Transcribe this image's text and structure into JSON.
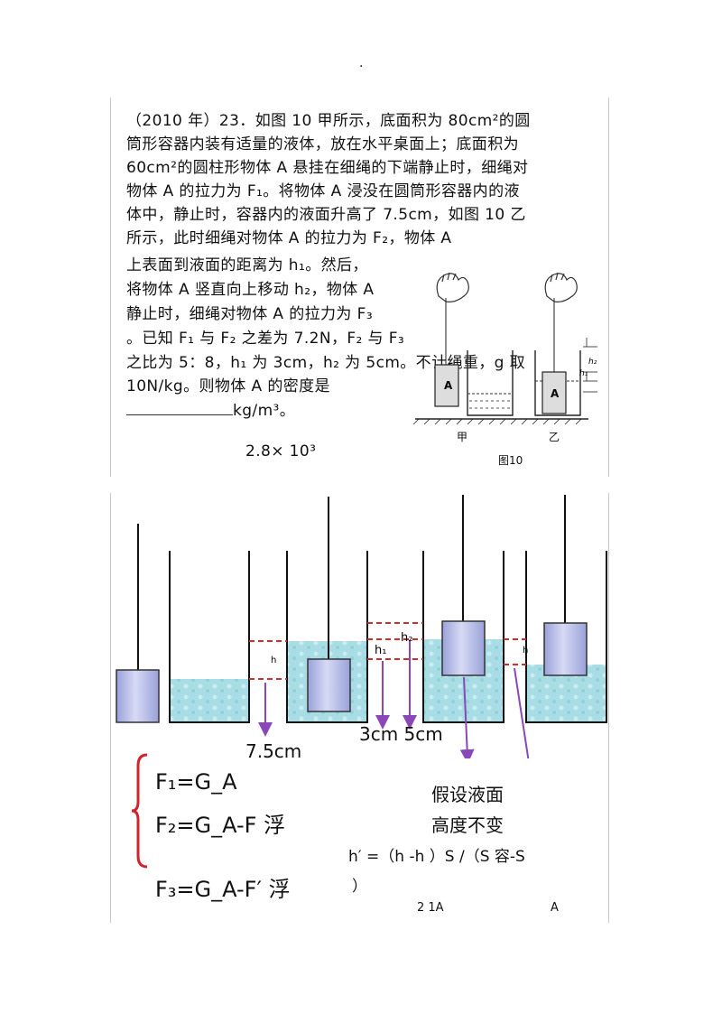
{
  "header_dot": ".",
  "problem": {
    "lines": [
      "（2010 年）23．如图 10 甲所示，底面积为 80cm²的圆",
      "筒形容器内装有适量的液体，放在水平桌面上；底面积为",
      "60cm²的圆柱形物体 A 悬挂在细绳的下端静止时，细绳对",
      "物体 A 的拉力为 F₁。将物体 A 浸没在圆筒形容器内的液",
      "体中，静止时，容器内的液面升高了 7.5cm，如图 10 乙",
      "所示，此时细绳对物体 A 的拉力为 F₂，物体 A",
      "上表面到液面的距离为 h₁。然后，",
      "将物体 A 竖直向上移动 h₂，物体 A",
      "静止时，细绳对物体 A 的拉力为 F₃",
      "。已知 F₁ 与 F₂ 之差为 7.2N，F₂ 与 F₃",
      "之比为 5：8，h₁ 为 3cm，h₂ 为 5cm。不计绳重，g 取",
      "10N/kg。则物体 A 的密度是",
      "kg/m³。"
    ],
    "answer": "2.8× 10³"
  },
  "figure10": {
    "caption": "图10",
    "label_jia": "甲",
    "label_yi": "乙",
    "block_label": "A",
    "h1": "h₁",
    "h2": "h₂"
  },
  "diagram": {
    "h_label": "h",
    "h_label_right": "h",
    "h1_label": "h₁",
    "h2_label": "h₂",
    "rise_label": "7.5cm",
    "h_values_label": "3cm 5cm",
    "assume_line1": "假设液面",
    "assume_line2": "高度不变",
    "formula": "h′ =（h -h ）S /（S 容-S",
    "formula_close": "）",
    "formula_sub": "2   1A",
    "formula_sub_a": "A",
    "eq1": "F₁=G_A",
    "eq2": "F₂=G_A-F 浮",
    "eq3": "F₃=G_A-F′ 浮"
  },
  "colors": {
    "water": "#a9dde6",
    "block": "#b9bfe9",
    "dash_red": "#d42a2a",
    "arrow_purple": "#8a47b8",
    "brace_red": "#d0242c"
  }
}
